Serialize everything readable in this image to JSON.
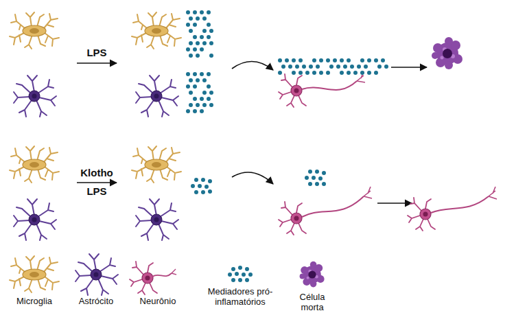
{
  "diagram": {
    "labels": [
      "LPS",
      "Klotho",
      "LPS"
    ],
    "legend": [
      {
        "text": "Microglia"
      },
      {
        "text": "Astrócito"
      },
      {
        "text": "Neurônio"
      },
      {
        "text": "Mediadores pró-inflamatórios"
      },
      {
        "text": "Célula morta"
      }
    ]
  }
}
